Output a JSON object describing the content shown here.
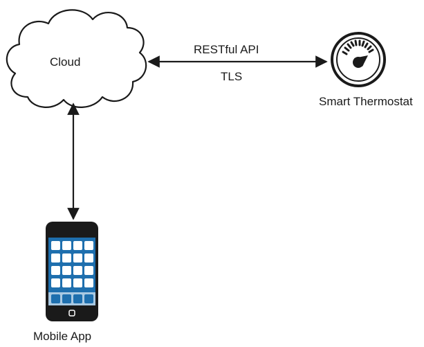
{
  "nodes": {
    "cloud": {
      "label": "Cloud",
      "icon": "cloud-icon"
    },
    "thermostat": {
      "label": "Smart Thermostat",
      "icon": "thermostat-icon"
    },
    "mobile": {
      "label": "Mobile App",
      "icon": "smartphone-icon"
    }
  },
  "connections": {
    "cloud_thermostat": {
      "protocol": "RESTful API",
      "security": "TLS"
    },
    "cloud_mobile": {
      "direction": "bidirectional"
    }
  },
  "colors": {
    "outline": "#1a1a1a",
    "phone_screen": "#1e6fae",
    "phone_tile": "#ffffff",
    "phone_dock": "#1e6fae"
  }
}
